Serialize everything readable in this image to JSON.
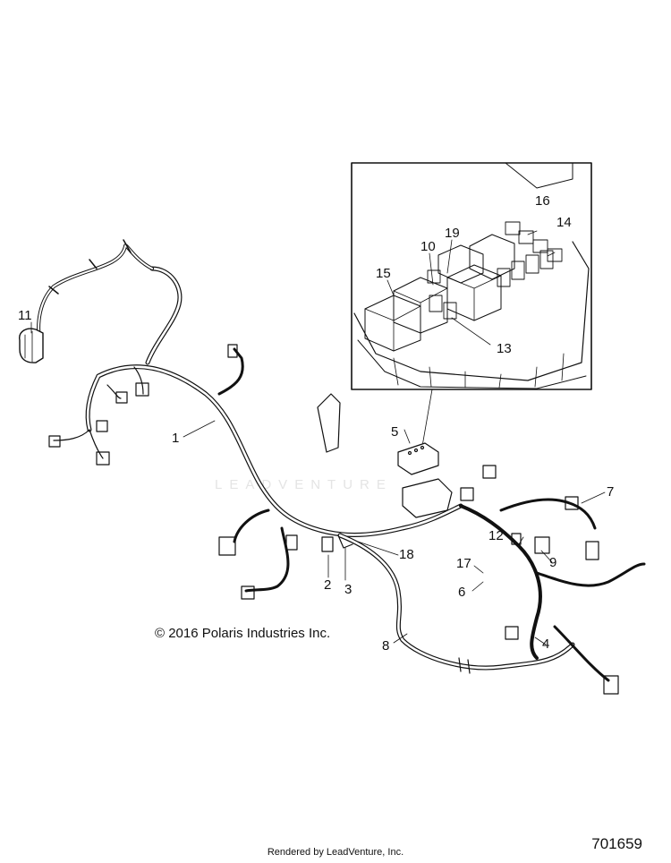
{
  "callouts": {
    "c1": "1",
    "c2": "2",
    "c3": "3",
    "c4": "4",
    "c5": "5",
    "c6": "6",
    "c7": "7",
    "c8": "8",
    "c9": "9",
    "c10": "10",
    "c11": "11",
    "c12": "12",
    "c13": "13",
    "c14": "14",
    "c15": "15",
    "c16": "16",
    "c17": "17",
    "c18": "18",
    "c19": "19"
  },
  "copyright": "© 2016 Polaris Industries Inc.",
  "diagram_id": "701659",
  "footer": "Rendered by LeadVenture, Inc.",
  "watermark": "LEADVENTURE"
}
